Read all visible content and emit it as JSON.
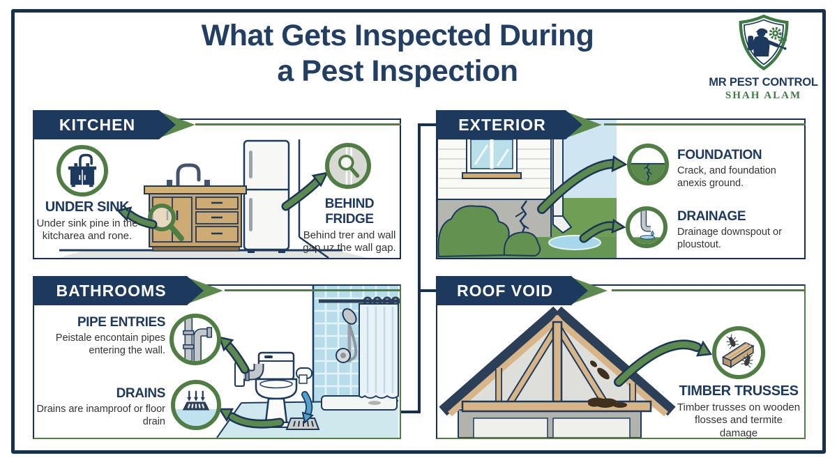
{
  "title": {
    "line1": "What Gets Inspected During",
    "line2": "a Pest Inspection"
  },
  "logo": {
    "name": "MR PEST CONTROL",
    "location": "SHAH ALAM"
  },
  "colors": {
    "navy": "#1d3a5e",
    "green": "#4f7d43",
    "arrow_green": "#5c8a4e",
    "light_blue": "#cfe6f2",
    "wood": "#c8a36d"
  },
  "sections": {
    "kitchen": {
      "label": "KITCHEN",
      "items": [
        {
          "title": "UNDER SINK",
          "desc": "Under sink pine in the kitcharea and rone.",
          "icon": "sink-cabinet-icon"
        },
        {
          "title": "BEHIND FRIDGE",
          "desc": "Behind trer and wall gap uz the wall gap.",
          "icon": "magnifier-gap-icon"
        }
      ]
    },
    "exterior": {
      "label": "EXTERIOR",
      "items": [
        {
          "title": "FOUNDATION",
          "desc": "Crack, and foundation anexis ground.",
          "icon": "foundation-crack-icon"
        },
        {
          "title": "DRAINAGE",
          "desc": "Drainage downspout or ploustout.",
          "icon": "downspout-drip-icon"
        }
      ]
    },
    "bathrooms": {
      "label": "BATHROOMS",
      "items": [
        {
          "title": "PIPE ENTRIES",
          "desc": "Peistale encontain pipes entering the wall.",
          "icon": "wall-pipes-icon"
        },
        {
          "title": "DRAINS",
          "desc": "Drains are inamproof or floor drain",
          "icon": "floor-drain-icon"
        }
      ]
    },
    "roof_void": {
      "label": "ROOF VOID",
      "items": [
        {
          "title": "TIMBER TRUSSES",
          "desc": "Timber trusses on wooden flosses and termite damage",
          "icon": "timber-termites-icon"
        }
      ]
    }
  }
}
